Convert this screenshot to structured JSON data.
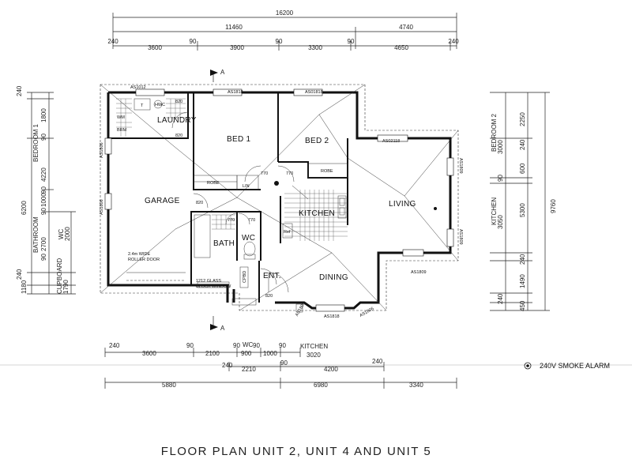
{
  "title": "FLOOR PLAN UNIT 2, UNIT 4 AND UNIT 5",
  "legend": {
    "symbol": "smoke-alarm",
    "label": "240V SMOKE ALARM"
  },
  "section_marker": "A",
  "rooms": {
    "laundry": "LAUNDRY",
    "bed1": "BED 1",
    "bed2": "BED 2",
    "garage": "GARAGE",
    "kitchen": "KITCHEN",
    "living": "LIVING",
    "bath": "BATH",
    "wc": "WC",
    "ent": "ENT.",
    "dining": "DINING"
  },
  "fixtures": {
    "wm": "WM",
    "hwc": "HWC",
    "brm": "BRM",
    "t": "T",
    "robe1": "ROBE",
    "robe2": "ROBE",
    "lin": "LIN",
    "ref": "Ref",
    "cpbd": "CPBD",
    "roller_door": "2.4m WIDE",
    "roller_door2": "ROLLER DOOR",
    "glass_block": "1212 GLASS",
    "glass_block2": "BLOCK WINDOW"
  },
  "windows": {
    "w1": "AS1012",
    "w2": "AS1818",
    "w3": "AS01818",
    "w4": "AS02118",
    "w5": "AS1806",
    "w6": "AS1806",
    "w7": "AS1809",
    "w8": "AS1809",
    "w9": "AS1809",
    "w10": "AS1818",
    "w11": "AS1806",
    "w12": "AS1806"
  },
  "door_sizes": {
    "d1": "820",
    "d2": "820",
    "d3": "770",
    "d4": "770",
    "d5": "820",
    "d6": "770",
    "d7": "770",
    "d8": "820"
  },
  "top_dims": {
    "overall": "16200",
    "row2": [
      "11460",
      "4740"
    ],
    "row3": [
      "240",
      "3600",
      "90",
      "3900",
      "90",
      "3300",
      "90",
      "4650",
      "240"
    ]
  },
  "bottom_dims": {
    "row1": [
      "240",
      "3600",
      "90",
      "2100",
      "90",
      "900",
      "90",
      "1000",
      "90",
      "3020"
    ],
    "row1_labels": [
      "WC",
      "KITCHEN"
    ],
    "row2": [
      "240",
      "2210",
      "90",
      "4200",
      "240"
    ],
    "row3": [
      "5880",
      "6980",
      "3340"
    ]
  },
  "left_dims": {
    "outer": [
      "240",
      "6200",
      "240",
      "1180"
    ],
    "inner": [
      "1800",
      "90",
      "4220",
      "90",
      "1000",
      "90",
      "2700",
      "90",
      "1790"
    ],
    "labels": [
      "BEDROOM 1",
      "BATHROOM",
      "CUPBOARD",
      "WC",
      "2000"
    ]
  },
  "right_dims": {
    "outer": "9760",
    "inner": [
      "2250",
      "3000",
      "240",
      "600",
      "90",
      "3050",
      "5300",
      "240",
      "1490",
      "240",
      "450"
    ],
    "labels": [
      "BEDROOM 2",
      "KITCHEN"
    ]
  }
}
